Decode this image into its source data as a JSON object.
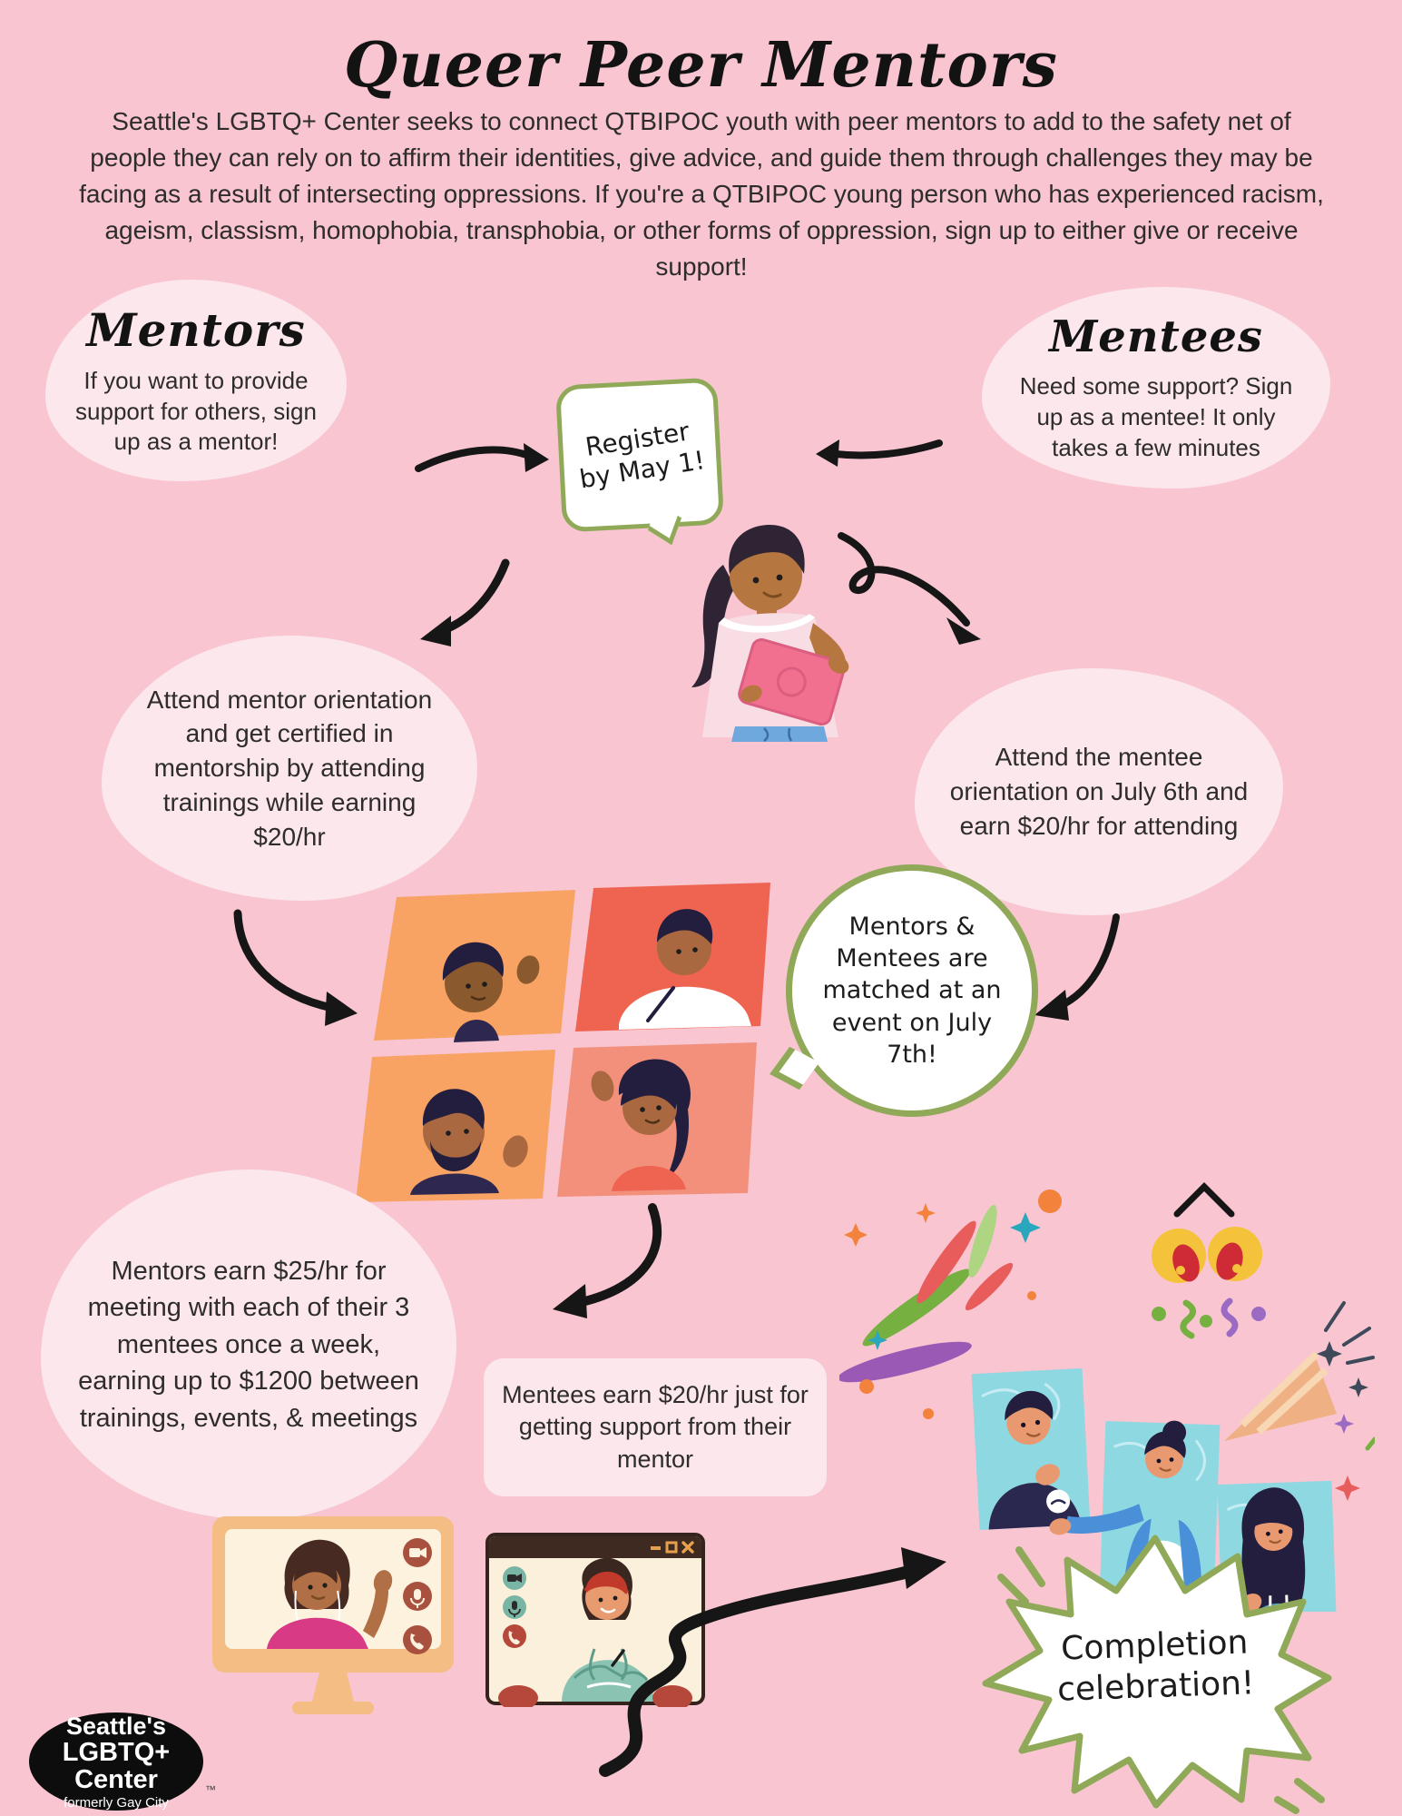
{
  "poster": {
    "title": "Queer Peer Mentors",
    "intro": "Seattle's LGBTQ+ Center seeks to connect QTBIPOC youth with peer mentors to add to the safety net of people they can rely on to affirm their identities, give advice, and guide them through challenges they may be facing as a result of intersecting oppressions. If you're a QTBIPOC young person who has experienced racism, ageism, classism, homophobia, transphobia, or other forms of oppression, sign up to either give or receive support!"
  },
  "mentors": {
    "heading": "Mentors",
    "signup": "If you want to provide support for others, sign up as a mentor!",
    "orientation": "Attend mentor orientation and get certified in mentorship by attending trainings while earning $20/hr",
    "earnings": "Mentors earn $25/hr for meeting with each of their 3 mentees once a week, earning up to $1200 between trainings, events, & meetings"
  },
  "mentees": {
    "heading": "Mentees",
    "signup": "Need some support? Sign up as a mentee! It only takes a few minutes",
    "orientation": "Attend the mentee orientation on July 6th and earn $20/hr for attending",
    "earnings": "Mentees earn $20/hr just for getting support from their mentor"
  },
  "callouts": {
    "register_deadline": "Register by May 1!",
    "matching_event": "Mentors & Mentees are matched at an event on July 7th!",
    "completion": "Completion celebration!"
  },
  "logo": {
    "line1": "Seattle's",
    "line2": "LGBTQ+ Center",
    "line3": "formerly Gay City",
    "trademark": "™"
  },
  "colors": {
    "background": "#F8C5D1",
    "bubble": "#FBE7EC",
    "callout_border": "#8FA958",
    "text": "#2E2C2C",
    "arrow": "#161616"
  }
}
